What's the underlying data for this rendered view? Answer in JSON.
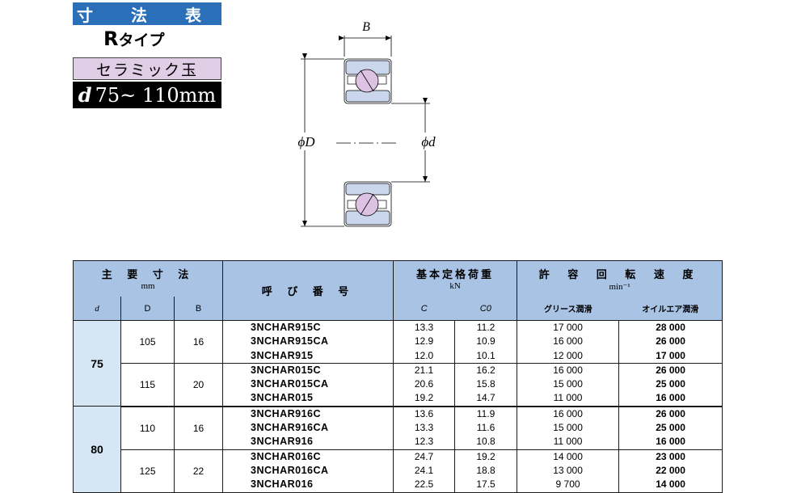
{
  "header": {
    "title": "寸 法 表",
    "type_main": "R",
    "type_suffix": "タイプ",
    "ceramic_label": "セラミック玉",
    "range_symbol": "d",
    "range_text": "75~ 110mm"
  },
  "diagram": {
    "label_B": "B",
    "label_D": "ϕD",
    "label_d": "ϕd"
  },
  "table": {
    "headers": {
      "main_dims": "主 要 寸 法",
      "main_dims_unit": "mm",
      "designation": "呼 び 番 号",
      "load_rating": "基本定格荷重",
      "load_unit": "kN",
      "speed": "許 容 回 転 速 度",
      "speed_unit": "min⁻¹",
      "col_d": "d",
      "col_D": "D",
      "col_B": "B",
      "col_C": "C",
      "col_C0": "C0",
      "col_grease": "グリース潤滑",
      "col_oil": "オイルエア潤滑"
    },
    "groups": [
      {
        "d": "75",
        "subgroups": [
          {
            "D": "105",
            "B": "16",
            "models": [
              "3NCHAR915C",
              "3NCHAR915CA",
              "3NCHAR915"
            ],
            "C": [
              "13.3",
              "12.9",
              "12.0"
            ],
            "C0": [
              "11.2",
              "10.9",
              "10.1"
            ],
            "grease": [
              "17 000",
              "16 000",
              "12 000"
            ],
            "oil": [
              "28 000",
              "26 000",
              "17 000"
            ]
          },
          {
            "D": "115",
            "B": "20",
            "models": [
              "3NCHAR015C",
              "3NCHAR015CA",
              "3NCHAR015"
            ],
            "C": [
              "21.1",
              "20.6",
              "19.2"
            ],
            "C0": [
              "16.2",
              "15.8",
              "14.7"
            ],
            "grease": [
              "16 000",
              "15 000",
              "11 000"
            ],
            "oil": [
              "26 000",
              "25 000",
              "16 000"
            ]
          }
        ]
      },
      {
        "d": "80",
        "subgroups": [
          {
            "D": "110",
            "B": "16",
            "models": [
              "3NCHAR916C",
              "3NCHAR916CA",
              "3NCHAR916"
            ],
            "C": [
              "13.6",
              "13.3",
              "12.3"
            ],
            "C0": [
              "11.9",
              "11.6",
              "10.8"
            ],
            "grease": [
              "16 000",
              "15 000",
              "11 000"
            ],
            "oil": [
              "26 000",
              "25 000",
              "16 000"
            ]
          },
          {
            "D": "125",
            "B": "22",
            "models": [
              "3NCHAR016C",
              "3NCHAR016CA",
              "3NCHAR016"
            ],
            "C": [
              "24.7",
              "24.1",
              "22.5"
            ],
            "C0": [
              "19.2",
              "18.8",
              "17.5"
            ],
            "grease": [
              "14 000",
              "13 000",
              "9 700"
            ],
            "oil": [
              "23 000",
              "22 000",
              "14 000"
            ]
          }
        ]
      }
    ]
  }
}
